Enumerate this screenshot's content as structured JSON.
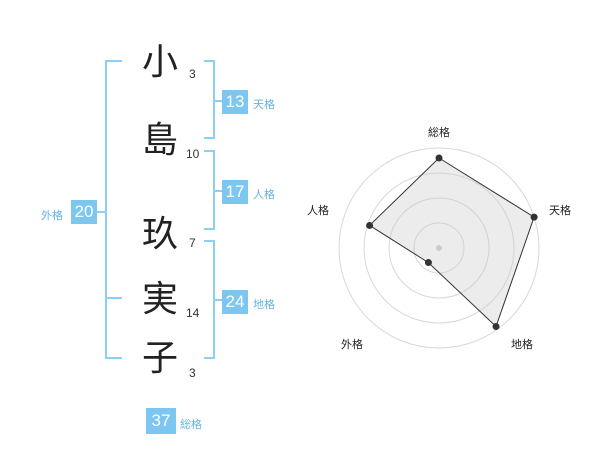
{
  "name_chars": [
    {
      "char": "小",
      "strokes": "3"
    },
    {
      "char": "島",
      "strokes": "10"
    },
    {
      "char": "玖",
      "strokes": "7"
    },
    {
      "char": "実",
      "strokes": "14"
    },
    {
      "char": "子",
      "strokes": "3"
    }
  ],
  "fortunes": {
    "tenkaku": {
      "value": "13",
      "label": "天格"
    },
    "jinkaku": {
      "value": "17",
      "label": "人格"
    },
    "chikaku": {
      "value": "24",
      "label": "地格"
    },
    "gaikaku": {
      "value": "20",
      "label": "外格"
    },
    "soukaku": {
      "value": "37",
      "label": "総格"
    }
  },
  "colors": {
    "accent": "#7cc6f0",
    "bracket": "#8ccff5",
    "label": "#64b3e6"
  },
  "chart_data": {
    "type": "radar",
    "axes": [
      "総格",
      "天格",
      "地格",
      "外格",
      "人格"
    ],
    "values": [
      0.9,
      1.0,
      0.97,
      0.18,
      0.73
    ],
    "rings": 4
  }
}
